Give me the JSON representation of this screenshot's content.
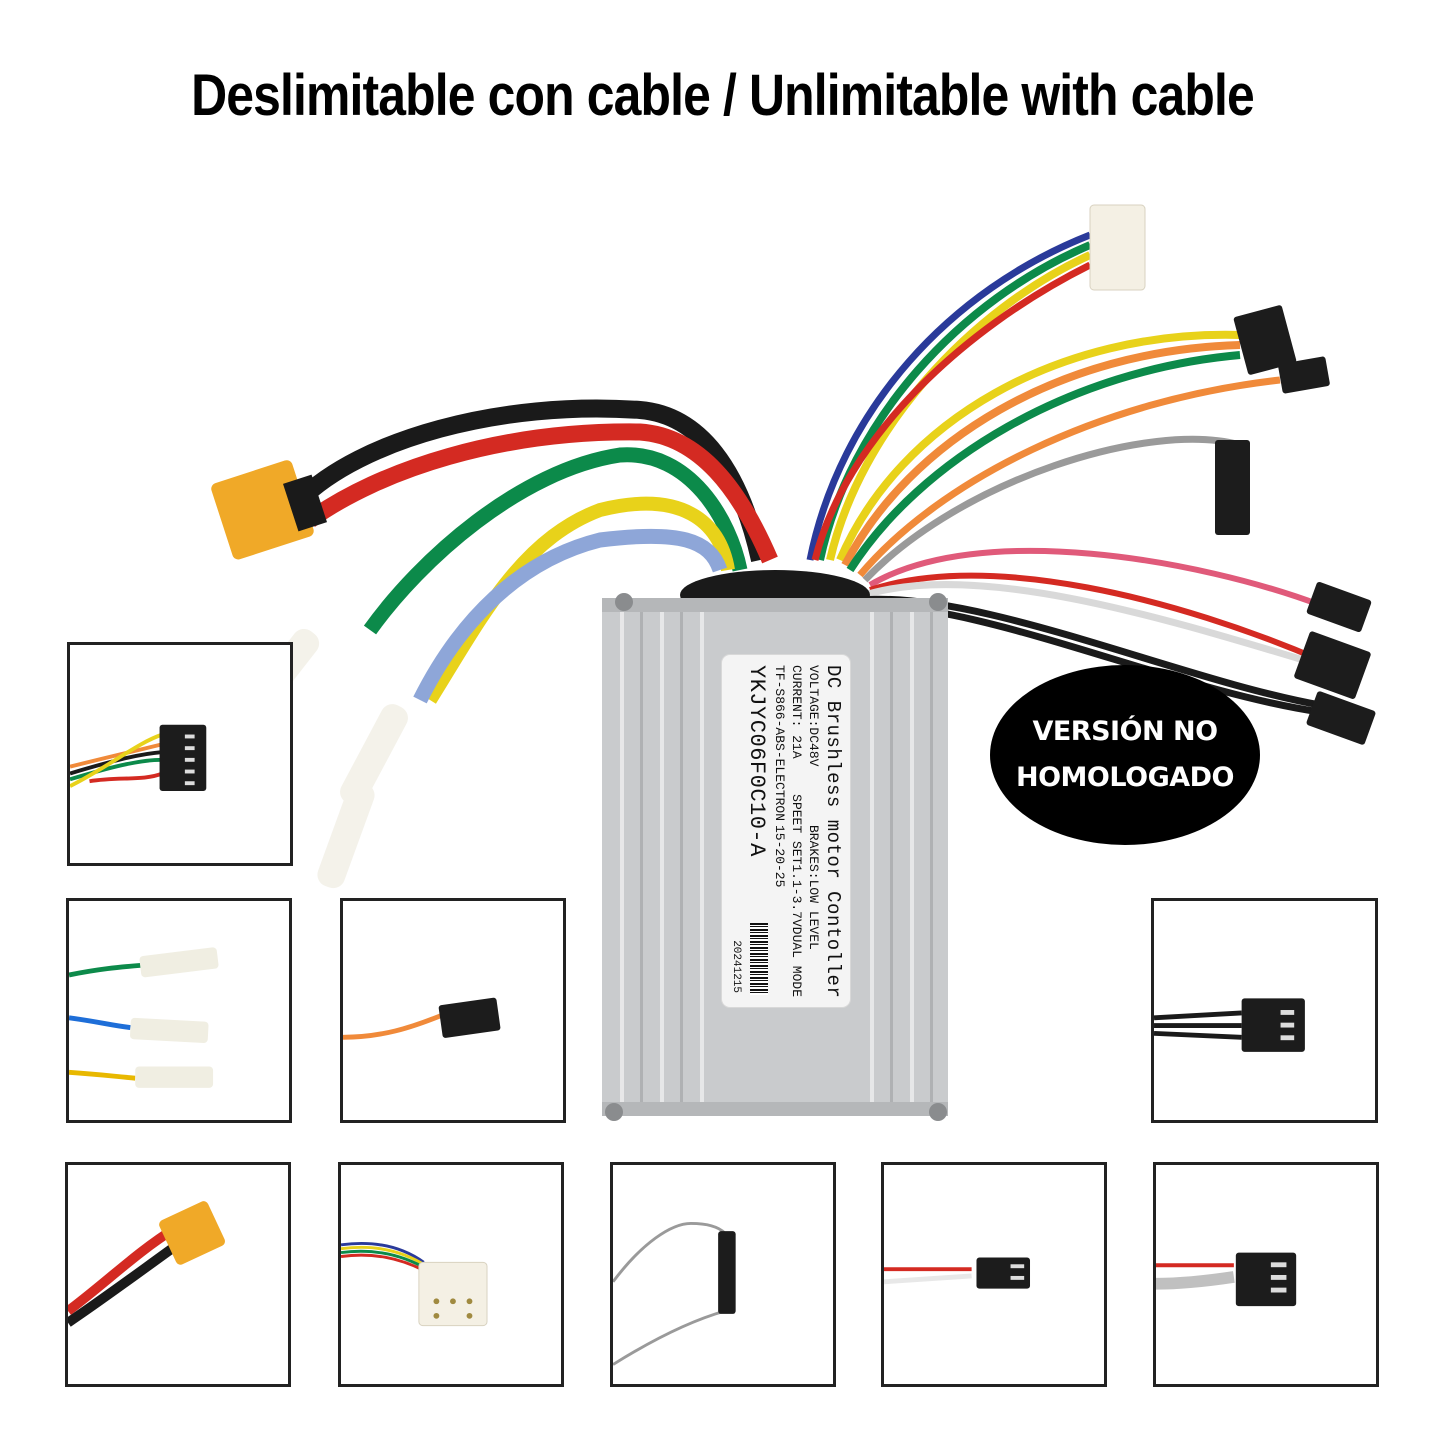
{
  "header": {
    "title": "Deslimitable con cable / Unlimitable with cable"
  },
  "badge": {
    "line1": "VERSIÓN NO",
    "line2": "HOMOLOGADO",
    "background": "#000000",
    "text_color": "#ffffff"
  },
  "controller_label": {
    "title": "DC Brushless motor Contoller",
    "voltage": "VOLTAGE:DC48V",
    "brakes": "BRAKES:LOW LEVEL",
    "current": "CURRENT:  21A",
    "speed_set": "SPEET SET1.1-3.7VDUAL MODE",
    "speed_values": "15-20-25",
    "part": "TF-S866-ABS-ELECTRON",
    "model": "YKJYC06F0C10-A",
    "date": "20241215"
  },
  "insets": [
    {
      "id": "multi-pin-connector",
      "description": "5-pin black connector with yellow, green, orange, black, red wires"
    },
    {
      "id": "bullet-terminals",
      "description": "Green, blue, yellow wires with white bullet terminals"
    },
    {
      "id": "single-wire-connector-orange",
      "description": "Orange wire with black connector"
    },
    {
      "id": "three-pin-connector-black",
      "description": "Three black wires with 3-pin black connector"
    },
    {
      "id": "xt60-power-connector",
      "description": "Red and black wires with yellow XT60 connector"
    },
    {
      "id": "white-6pin-hall-connector",
      "description": "Multicolor wires with white 6-pin connector"
    },
    {
      "id": "grey-inline-connector",
      "description": "Grey wire with black inline connector"
    },
    {
      "id": "two-pin-connector-red-white",
      "description": "Red and white wires with 2-pin black connector"
    },
    {
      "id": "three-pin-connector-red-white",
      "description": "Red and grey wires with 3-pin black connector"
    }
  ],
  "colors": {
    "housing": "#c9cbcd",
    "xt60": "#f0a928",
    "wire_red": "#d42a22",
    "wire_black": "#1a1a1a",
    "wire_green": "#0c8a4a",
    "wire_blue": "#8ea6d8",
    "wire_yellow": "#e8d21a",
    "wire_orange": "#f08a3a",
    "wire_grey": "#9a9a9a",
    "wire_pink": "#e05a7a",
    "connector_black": "#1c1c1c",
    "connector_white": "#f4f0e4"
  }
}
